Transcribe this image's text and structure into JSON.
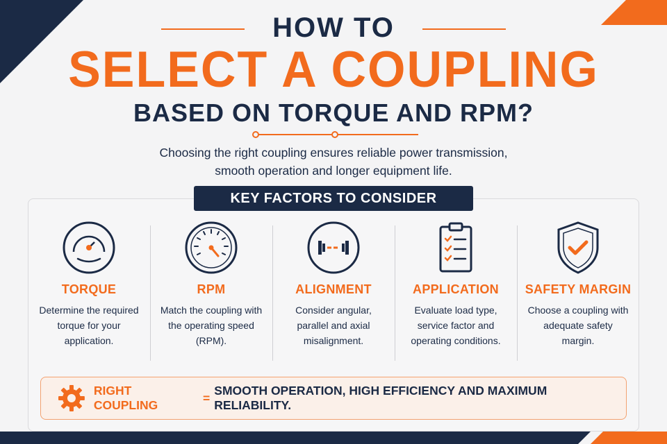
{
  "header": {
    "line1": "HOW TO",
    "line2": "SELECT A COUPLING",
    "line3": "BASED ON TORQUE AND RPM?"
  },
  "subtitle": {
    "line1": "Choosing the right coupling ensures reliable power transmission,",
    "line2": "smooth operation and longer equipment life."
  },
  "key_factors": {
    "heading": "KEY FACTORS TO CONSIDER",
    "items": [
      {
        "icon": "torque-gauge-icon",
        "title": "TORQUE",
        "desc": "Determine the required torque for your application."
      },
      {
        "icon": "speedometer-icon",
        "title": "RPM",
        "desc": "Match the coupling with the operating speed (RPM)."
      },
      {
        "icon": "alignment-icon",
        "title": "ALIGNMENT",
        "desc": "Consider angular, parallel and axial misalignment."
      },
      {
        "icon": "checklist-clipboard-icon",
        "title": "APPLICATION",
        "desc": "Evaluate load type, service factor and operating conditions."
      },
      {
        "icon": "shield-check-icon",
        "title": "SAFETY MARGIN",
        "desc": "Choose a coupling with adequate safety margin."
      }
    ]
  },
  "result": {
    "icon": "gear-icon",
    "label": "RIGHT COUPLING",
    "equals": "=",
    "text": "SMOOTH OPERATION, HIGH EFFICIENCY AND MAXIMUM RELIABILITY."
  },
  "colors": {
    "navy": "#1b2a45",
    "orange": "#f26b1d",
    "background": "#f4f4f5"
  }
}
